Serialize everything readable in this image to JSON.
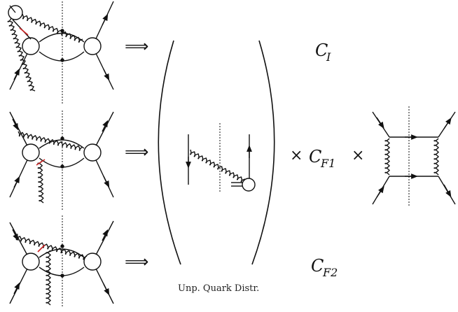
{
  "labels": {
    "c_i": {
      "base": "C",
      "sub": "I"
    },
    "c_f1": {
      "base": "C",
      "sub": "F1"
    },
    "c_f2": {
      "base": "C",
      "sub": "F2"
    },
    "times": "×",
    "implies": "⟹",
    "caption": "Unp. Quark Distr."
  },
  "colors": {
    "ink": "#111111",
    "cut_mark": "#cc2222"
  }
}
